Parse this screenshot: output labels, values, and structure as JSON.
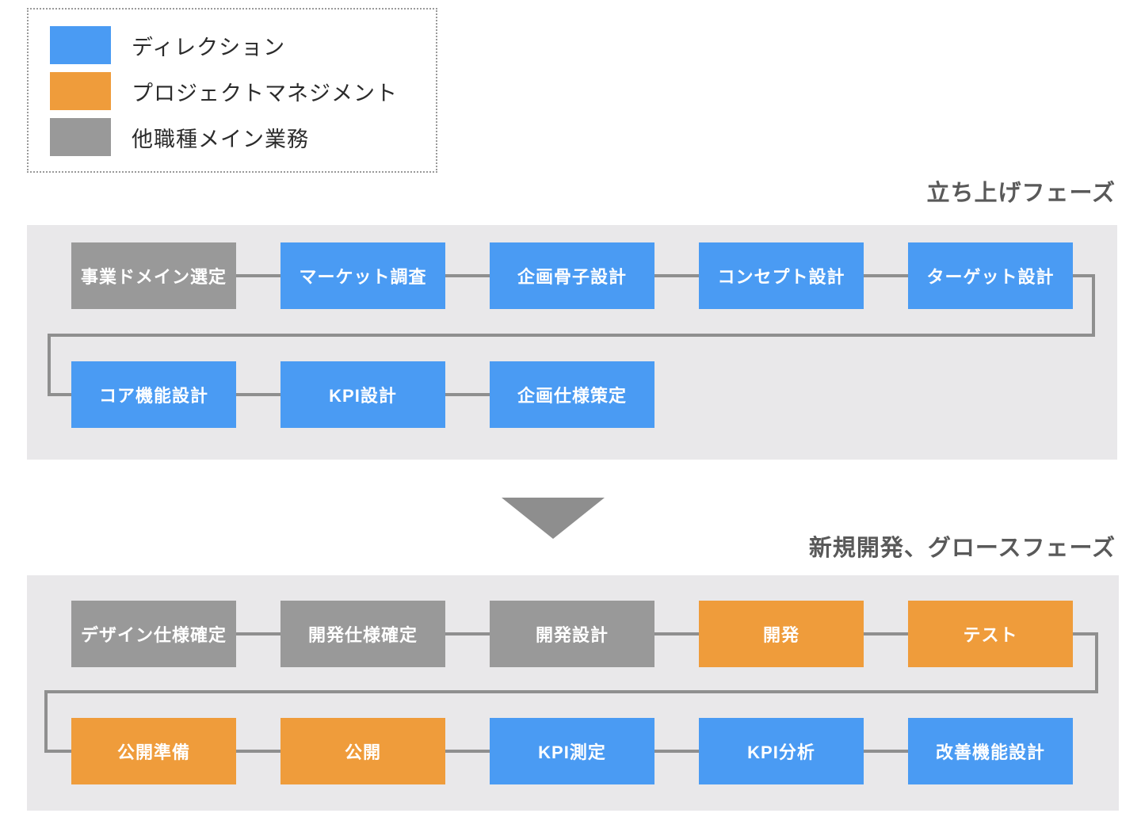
{
  "colors": {
    "direction": "#4A9BF3",
    "project_management": "#EF9C3B",
    "other_role": "#999999",
    "panel_background": "#E9E8EA",
    "connector": "#8F8F8F",
    "arrow": "#8E8E8E",
    "phase_title_text": "#595959",
    "box_text": "#FFFFFF",
    "legend_text": "#2B2B2B"
  },
  "legend": {
    "items": [
      {
        "label": "ディレクション",
        "type": "direction"
      },
      {
        "label": "プロジェクトマネジメント",
        "type": "project_management"
      },
      {
        "label": "他職種メイン業務",
        "type": "other_role"
      }
    ]
  },
  "phases": [
    {
      "title": "立ち上げフェーズ",
      "rows": [
        [
          {
            "label": "事業ドメイン選定",
            "type": "other_role"
          },
          {
            "label": "マーケット調査",
            "type": "direction"
          },
          {
            "label": "企画骨子設計",
            "type": "direction"
          },
          {
            "label": "コンセプト設計",
            "type": "direction"
          },
          {
            "label": "ターゲット設計",
            "type": "direction"
          }
        ],
        [
          {
            "label": "コア機能設計",
            "type": "direction"
          },
          {
            "label": "KPI設計",
            "type": "direction"
          },
          {
            "label": "企画仕様策定",
            "type": "direction"
          }
        ]
      ]
    },
    {
      "title": "新規開発、グロースフェーズ",
      "rows": [
        [
          {
            "label": "デザイン仕様確定",
            "type": "other_role"
          },
          {
            "label": "開発仕様確定",
            "type": "other_role"
          },
          {
            "label": "開発設計",
            "type": "other_role"
          },
          {
            "label": "開発",
            "type": "project_management"
          },
          {
            "label": "テスト",
            "type": "project_management"
          }
        ],
        [
          {
            "label": "公開準備",
            "type": "project_management"
          },
          {
            "label": "公開",
            "type": "project_management"
          },
          {
            "label": "KPI測定",
            "type": "direction"
          },
          {
            "label": "KPI分析",
            "type": "direction"
          },
          {
            "label": "改善機能設計",
            "type": "direction"
          }
        ]
      ]
    }
  ]
}
